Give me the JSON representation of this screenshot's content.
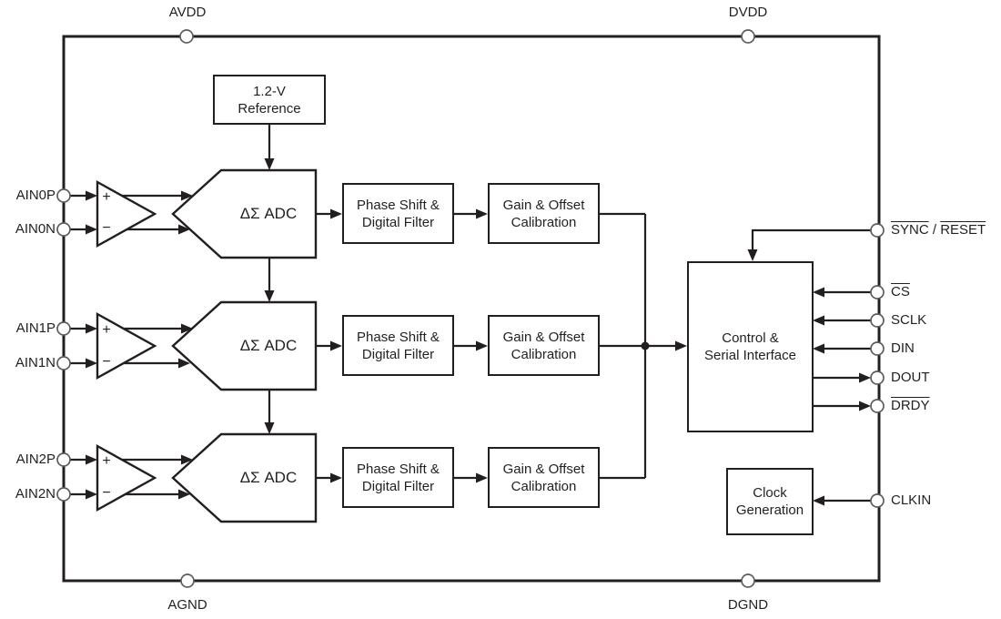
{
  "diagram": {
    "power_pins": {
      "avdd": "AVDD",
      "dvdd": "DVDD",
      "agnd": "AGND",
      "dgnd": "DGND"
    },
    "reference": {
      "line1": "1.2-V",
      "line2": "Reference"
    },
    "control": {
      "line1": "Control &",
      "line2": "Serial Interface"
    },
    "clock": {
      "line1": "Clock",
      "line2": "Generation"
    },
    "amp": {
      "plus": "+",
      "minus": "−"
    },
    "channels": [
      {
        "pos": "AIN0P",
        "neg": "AIN0N",
        "adc": "ΔΣ ADC",
        "phase1": "Phase Shift &",
        "phase2": "Digital Filter",
        "gain1": "Gain & Offset",
        "gain2": "Calibration"
      },
      {
        "pos": "AIN1P",
        "neg": "AIN1N",
        "adc": "ΔΣ ADC",
        "phase1": "Phase Shift &",
        "phase2": "Digital Filter",
        "gain1": "Gain & Offset",
        "gain2": "Calibration"
      },
      {
        "pos": "AIN2P",
        "neg": "AIN2N",
        "adc": "ΔΣ ADC",
        "phase1": "Phase Shift &",
        "phase2": "Digital Filter",
        "gain1": "Gain & Offset",
        "gain2": "Calibration"
      }
    ],
    "right_pins": {
      "sync_word1": "SYNC",
      "sync_sep": " / ",
      "sync_word2": "RESET",
      "cs": "CS",
      "sclk": "SCLK",
      "din": "DIN",
      "dout": "DOUT",
      "drdy": "DRDY",
      "clkin": "CLKIN"
    },
    "colors": {
      "line": "#231f20",
      "pin_stroke": "#5b5c5f",
      "background": "#ffffff"
    }
  }
}
